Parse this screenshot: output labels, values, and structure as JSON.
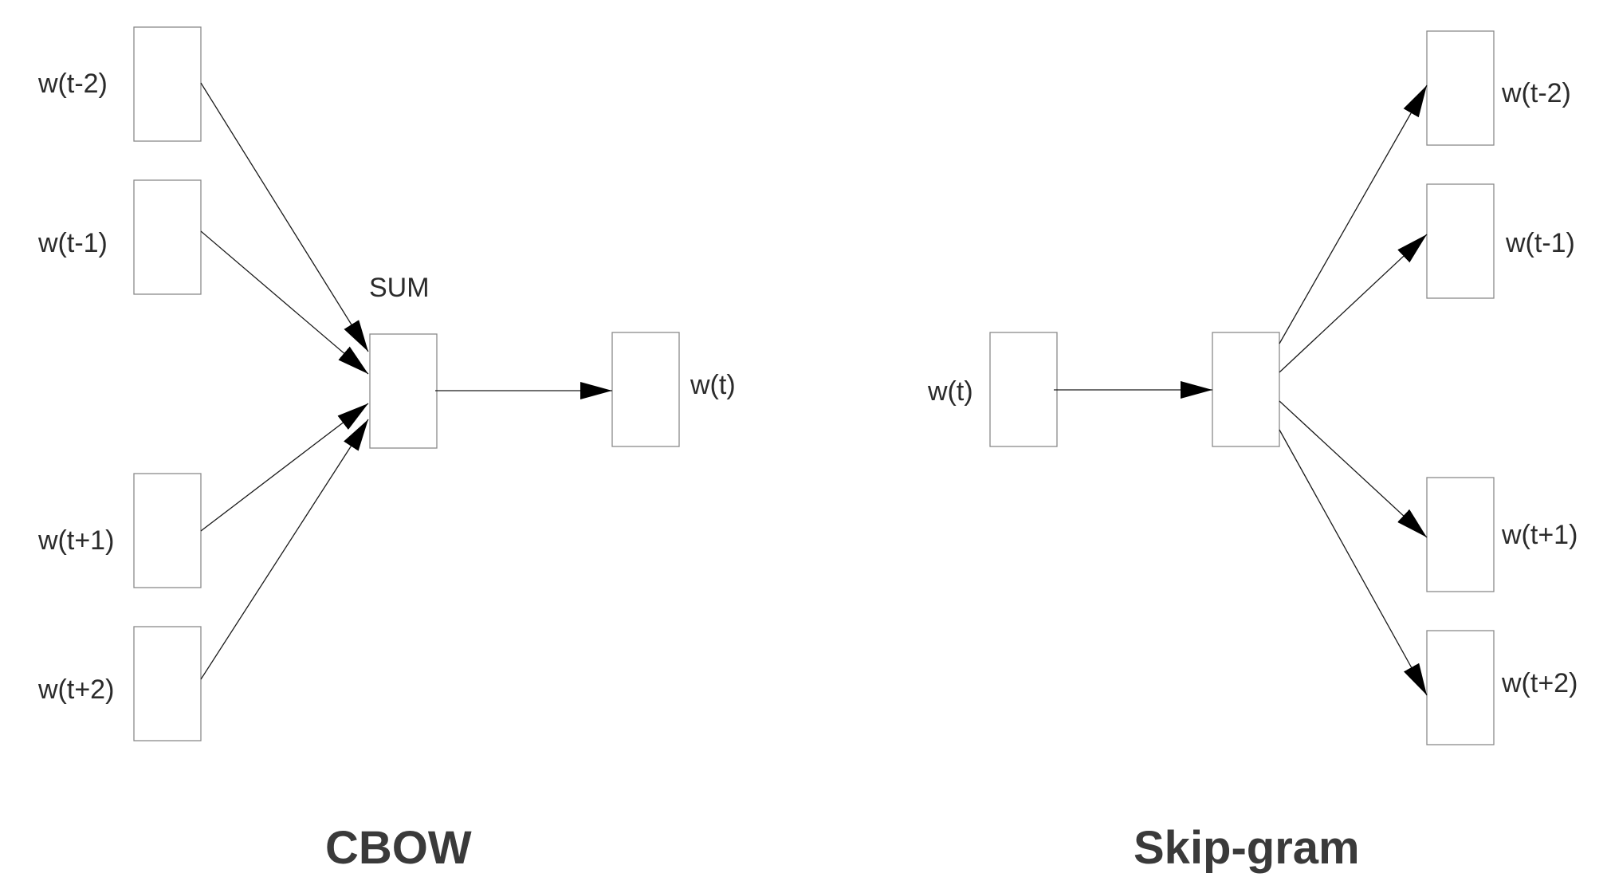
{
  "cbow": {
    "title": "CBOW",
    "sum_label": "SUM",
    "inputs": [
      "w(t-2)",
      "w(t-1)",
      "w(t+1)",
      "w(t+2)"
    ],
    "output": "w(t)"
  },
  "skipgram": {
    "title": "Skip-gram",
    "input": "w(t)",
    "outputs": [
      "w(t-2)",
      "w(t-1)",
      "w(t+1)",
      "w(t+2)"
    ]
  },
  "colors": {
    "box_border": "#8a8a8a",
    "arrow": "#1a1a1a",
    "text": "#2b2b2b",
    "title": "#3a3a3a"
  }
}
